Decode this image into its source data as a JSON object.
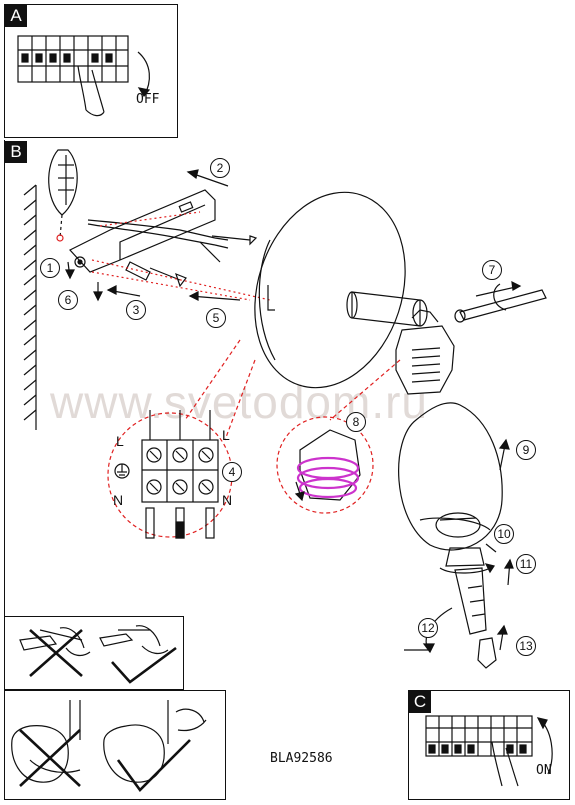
{
  "panels": {
    "a": {
      "tag": "A",
      "off_label": "OFF"
    },
    "b": {
      "tag": "B"
    },
    "c": {
      "tag": "C",
      "on_label": "ON"
    }
  },
  "steps": [
    "1",
    "2",
    "3",
    "4",
    "5",
    "6",
    "7",
    "8",
    "9",
    "10",
    "11",
    "12",
    "13"
  ],
  "model_code": "BLA92586",
  "watermark": "www.svetodom.ru",
  "colors": {
    "line": "#111111",
    "callout": "#e02020",
    "highlight": "#cc33cc"
  }
}
